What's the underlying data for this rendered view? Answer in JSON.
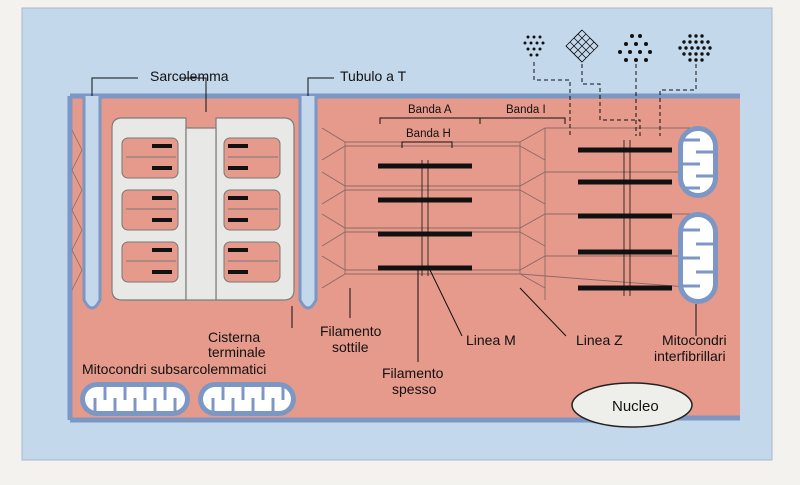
{
  "labels": {
    "sarcolemma": "Sarcolemma",
    "tubulo_t": "Tubulo a T",
    "banda_a": "Banda A",
    "banda_i": "Banda I",
    "banda_h": "Banda H",
    "cisterna_1": "Cisterna",
    "cisterna_2": "terminale",
    "mito_sub": "Mitocondri subsarcolemmatici",
    "filamento_sottile_1": "Filamento",
    "filamento_sottile_2": "sottile",
    "filamento_spesso_1": "Filamento",
    "filamento_spesso_2": "spesso",
    "linea_m": "Linea M",
    "linea_z": "Linea Z",
    "mito_inter_1": "Mitocondri",
    "mito_inter_2": "interfibrillari",
    "nucleo": "Nucleo"
  },
  "colors": {
    "frame": "#c4d8ec",
    "muscle": "#e69a8c",
    "membrane": "#7c97c4",
    "reticulum": "#e8e8e6",
    "filament_thick": "#111111",
    "nucleus": "#eeeeea"
  }
}
